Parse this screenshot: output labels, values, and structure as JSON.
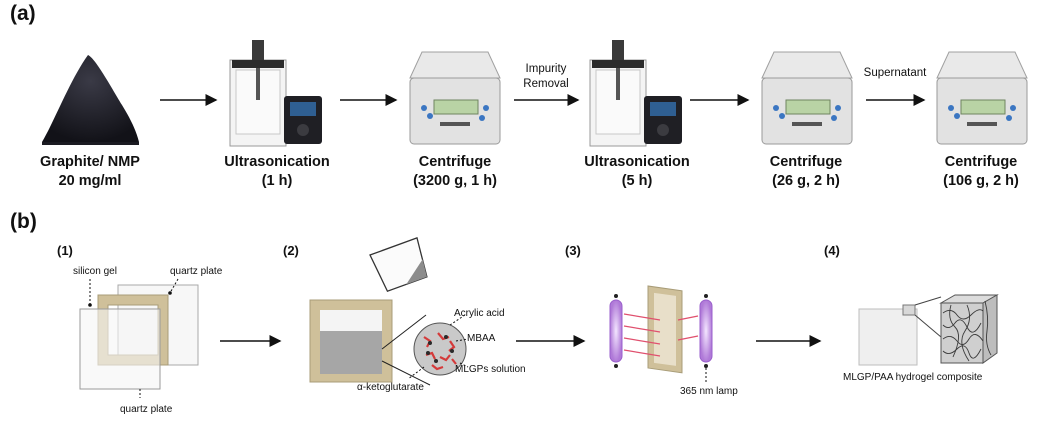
{
  "panel_a": {
    "label": "(a)",
    "steps": [
      {
        "line1": "Graphite/ NMP",
        "line2": "20 mg/ml"
      },
      {
        "line1": "Ultrasonication",
        "line2": "(1 h)"
      },
      {
        "line1": "Centrifuge",
        "line2": "(3200 g, 1 h)"
      },
      {
        "line1": "Ultrasonication",
        "line2": "(5 h)"
      },
      {
        "line1": "Centrifuge",
        "line2": "(26 g, 2 h)"
      },
      {
        "line1": "Centrifuge",
        "line2": "(106 g, 2 h)"
      }
    ],
    "arrow_labels": {
      "impurity_line1": "Impurity",
      "impurity_line2": "Removal",
      "supernatant": "Supernatant"
    }
  },
  "panel_b": {
    "label": "(b)",
    "steps": [
      "(1)",
      "(2)",
      "(3)",
      "(4)"
    ],
    "labels": {
      "silicon_gel": "silicon gel",
      "quartz_plate_top": "quartz plate",
      "quartz_plate_bottom": "quartz plate",
      "acrylic_acid": "Acrylic acid",
      "mbaa": "MBAA",
      "mlgps_solution": "MLGPs solution",
      "ketoglutarate": "α-ketoglutarate",
      "lamp": "365 nm lamp",
      "composite": "MLGP/PAA hydrogel composite"
    }
  },
  "colors": {
    "frame": "#cfc09a",
    "gel": "#a6a6a6",
    "uv": "#b07ad8",
    "ray": "#e0506e",
    "powder": "#1c1c24"
  }
}
